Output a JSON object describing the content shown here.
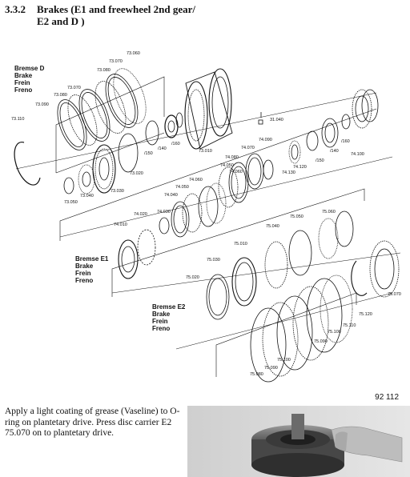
{
  "section": {
    "number": "3.3.2",
    "title_line1": "Brakes (E1 and freewheel 2nd gear/",
    "title_line2": "E2 and D )"
  },
  "diagram": {
    "groups": {
      "brake_d": [
        "Bremse D",
        "Brake",
        "Frein",
        "Freno"
      ],
      "brake_e1": [
        "Bremse E1",
        "Brake",
        "Frein",
        "Freno"
      ],
      "brake_e2": [
        "Bremse E2",
        "Brake",
        "Frein",
        "Freno"
      ]
    },
    "parts": {
      "p73110": "73.110",
      "p73090": "73.090",
      "p73080a": "73.080",
      "p73070a": "73.070",
      "p73080b": "73.080",
      "p73070b": "73.070",
      "p73060": "73.060",
      "p31040": "31.040",
      "p73050": "73.050",
      "p73040": "73.040",
      "p73030": "73.030",
      "p73020": "73.020",
      "p150a": "/150",
      "p140a": "/140",
      "p160a": "/160",
      "p73010": "73.010",
      "p74090": "74.090",
      "p74070": "74.070",
      "p74080": "74.080",
      "p74050a": "74.050",
      "p74060a": "74.060",
      "p74120": "74.120",
      "p74130": "74.130",
      "p150b": "/150",
      "p140b": "/140",
      "p160b": "/160",
      "p74100": "74.100",
      "p74010": "74.010",
      "p74020": "74.020",
      "p74030": "74.030",
      "p74040": "74.040",
      "p74050b": "74.050",
      "p74060b": "74.060",
      "p75060": "75.060",
      "p75050": "75.050",
      "p75040": "75.040",
      "p75010": "75.010",
      "p75030": "75.030",
      "p75020": "75.020",
      "p75070": "75.070",
      "p75120": "75.120",
      "p75110": "75.110",
      "p75100a": "75.100",
      "p75090a": "75.090",
      "p75100b": "75.100",
      "p75090b": "75.090",
      "p75080": "75.080"
    }
  },
  "figure_number": "92 112",
  "instruction": "Apply a light coating of grease (Vaseline) to O-ring on plantetary drive. Press disc carrier E2 75.070 on to plantetary drive."
}
